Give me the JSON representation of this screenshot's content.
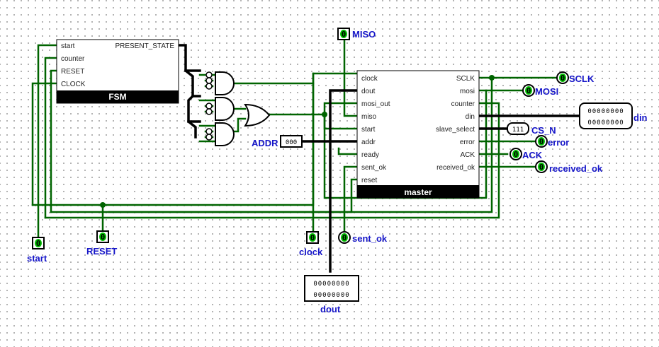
{
  "fsm": {
    "title": "FSM",
    "inputs": [
      "start",
      "counter",
      "RESET",
      "CLOCK"
    ],
    "output": "PRESENT_STATE"
  },
  "master": {
    "title": "master",
    "inputs": [
      "clock",
      "dout",
      "mosi_out",
      "miso",
      "start",
      "addr",
      "ready",
      "sent_ok",
      "reset"
    ],
    "outputs": [
      "SCLK",
      "mosi",
      "counter",
      "din",
      "slave_select",
      "error",
      "ACK",
      "received_ok"
    ]
  },
  "pins": {
    "miso": {
      "label": "MISO",
      "value": "0"
    },
    "sclk": {
      "label": "SCLK",
      "value": "0"
    },
    "mosi": {
      "label": "MOSI",
      "value": "0"
    },
    "error": {
      "label": "error",
      "value": "0"
    },
    "ack": {
      "label": "ACK",
      "value": "0"
    },
    "received_ok": {
      "label": "received_ok",
      "value": "0"
    },
    "start": {
      "label": "start",
      "value": "0"
    },
    "reset": {
      "label": "RESET",
      "value": "0"
    },
    "clock": {
      "label": "clock",
      "value": "0"
    },
    "sent_ok": {
      "label": "sent_ok",
      "value": "0"
    },
    "addr": {
      "label": "ADDR",
      "value": "000"
    },
    "cs_n": {
      "label": "CS_N",
      "value": "111"
    },
    "din": {
      "label": "din",
      "row1": "00000000",
      "row2": "00000000"
    },
    "dout": {
      "label": "dout",
      "row1": "00000000",
      "row2": "00000000"
    }
  },
  "colors": {
    "wire_low": "#006400",
    "bus": "#000000",
    "label": "#1515c8",
    "pin_fill": "#00c000"
  }
}
